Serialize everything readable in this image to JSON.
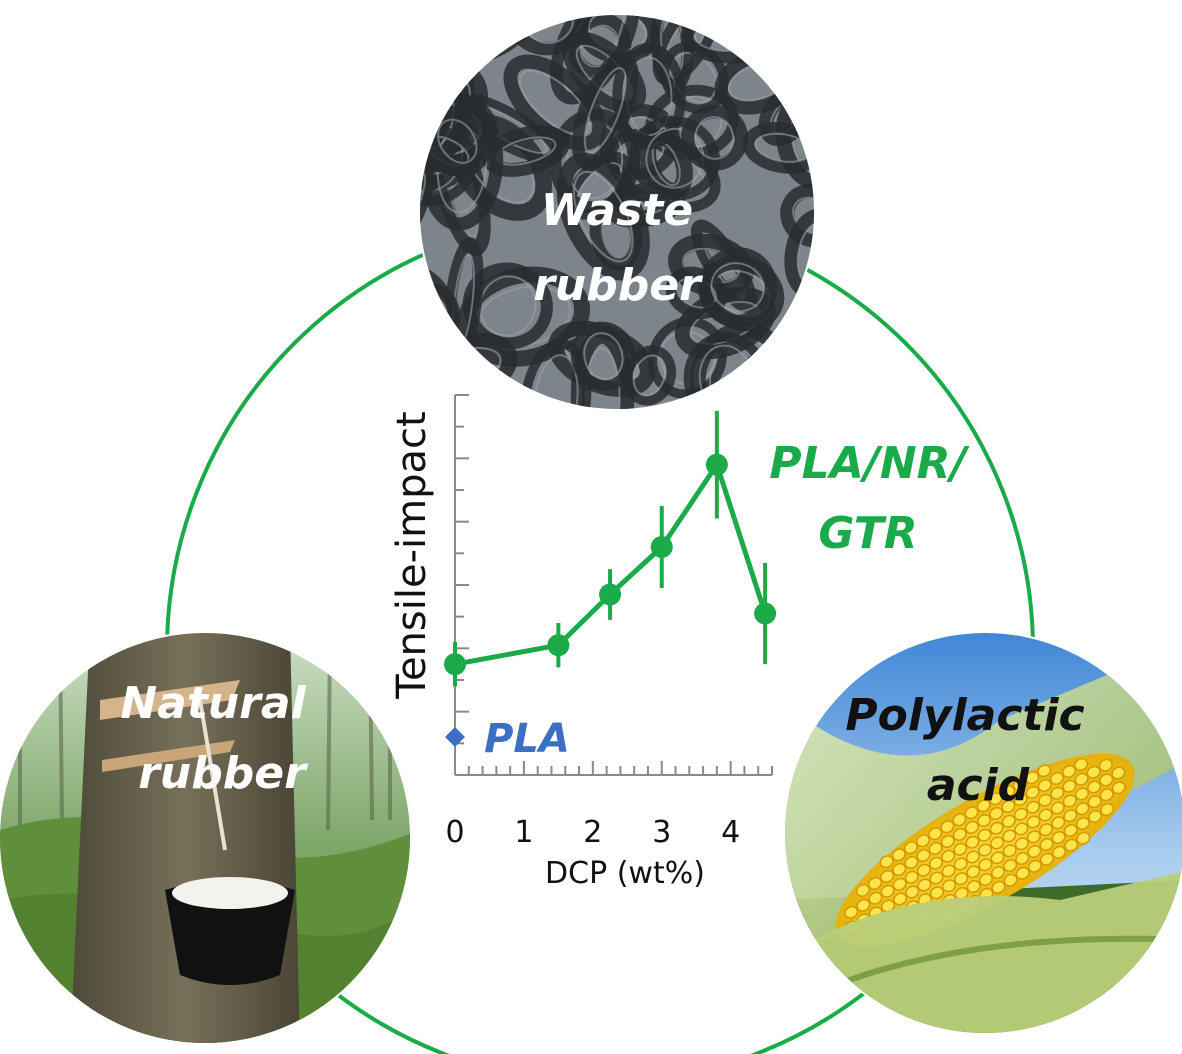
{
  "photos": {
    "waste": {
      "line1": "Waste",
      "line2": "rubber"
    },
    "natural": {
      "line1": "Natural",
      "line2": "rubber"
    },
    "pla_source": {
      "line1": "Polylactic",
      "line2": "acid"
    }
  },
  "colors": {
    "ring": "#1aaa4a",
    "series_green": "#1aaa4a",
    "pla_blue": "#3a6fc4",
    "axis": "#8a8a8a"
  },
  "chart_data": {
    "type": "line",
    "xlabel": "DCP (wt%)",
    "ylabel": "Tensile-impact",
    "xlim": [
      0,
      4.6
    ],
    "ylim": [
      0,
      6
    ],
    "x_ticks": [
      0,
      1,
      2,
      3,
      4
    ],
    "x_tick_labels": [
      "0",
      "1",
      "2",
      "3",
      "4"
    ],
    "series": [
      {
        "name": "PLA/NR/GTR",
        "name_line1": "PLA/NR/",
        "name_line2": "GTR",
        "x": [
          0,
          1.5,
          2.25,
          3.0,
          3.8,
          4.5
        ],
        "y": [
          1.75,
          2.05,
          2.85,
          3.6,
          4.9,
          2.55
        ],
        "err": [
          0.35,
          0.35,
          0.4,
          0.65,
          0.85,
          0.8
        ],
        "marker": "circle"
      },
      {
        "name": "PLA",
        "x": [
          0
        ],
        "y": [
          0.6
        ],
        "marker": "diamond"
      }
    ]
  }
}
